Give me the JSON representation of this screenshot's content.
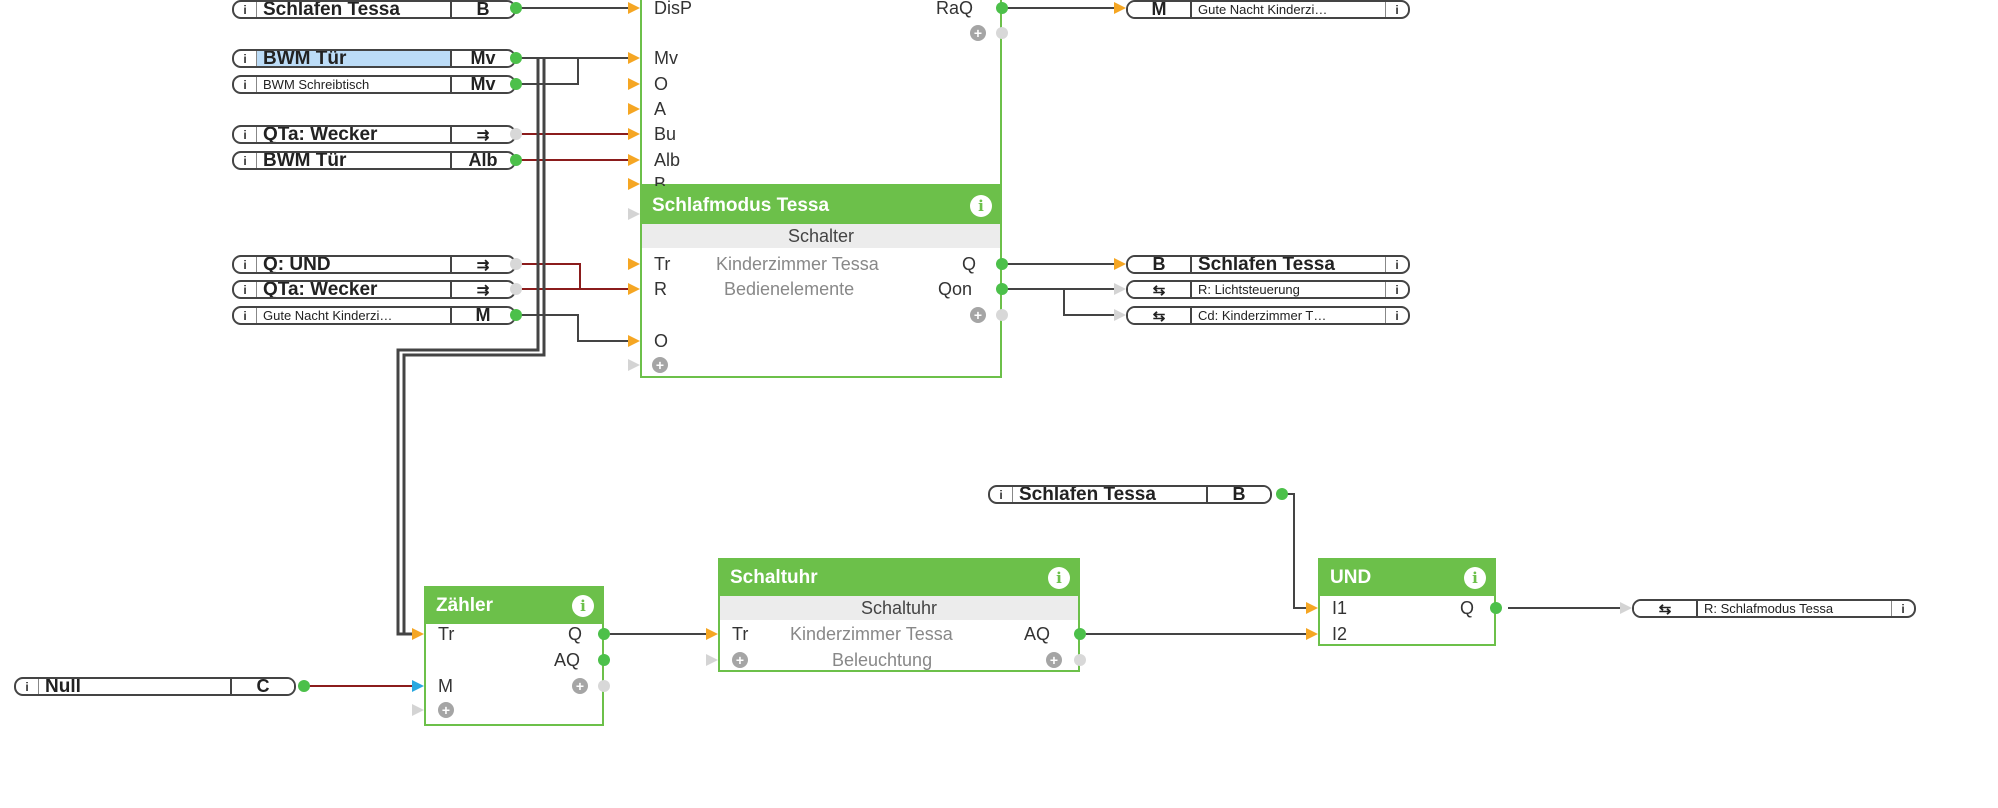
{
  "colors": {
    "block_green": "#6cc04a",
    "wire_dark": "#444444",
    "wire_red": "#8b1c1c",
    "pin_orange": "#f5a623",
    "pin_blue": "#29a8e0",
    "selection_blue": "#bcdcf7"
  },
  "inputs": [
    {
      "name": "Schlafen Tessa",
      "type": "B"
    },
    {
      "name": "BWM Tür",
      "type": "Mv"
    },
    {
      "name": "BWM Schreibtisch",
      "type": "Mv"
    },
    {
      "name": "QTa: Wecker",
      "type": "⇉"
    },
    {
      "name": "BWM Tür",
      "type": "Alb"
    },
    {
      "name": "Q: UND",
      "type": "⇉"
    },
    {
      "name": "QTa: Wecker",
      "type": "⇉"
    },
    {
      "name": "Gute Nacht Kinderzi…",
      "type": "M"
    },
    {
      "name": "Schlafen Tessa",
      "type": "B"
    },
    {
      "name": "Null",
      "type": "C"
    }
  ],
  "outputs": [
    {
      "name": "Gute Nacht Kinderzi…",
      "type": "M"
    },
    {
      "name": "Schlafen Tessa",
      "type": "B"
    },
    {
      "name": "R: Lichtsteuerung",
      "type": "⇆"
    },
    {
      "name": "Cd: Kinderzimmer T…",
      "type": "⇆"
    },
    {
      "name": "R: Schlafmodus Tessa",
      "type": "⇆"
    }
  ],
  "top_block": {
    "inputs": [
      "DisP",
      "Mv",
      "O",
      "A",
      "Bu",
      "Alb",
      "B"
    ],
    "outputs": [
      "RaQ"
    ]
  },
  "schlafmodus": {
    "title": "Schlafmodus Tessa",
    "type": "Schalter",
    "inputs": [
      "Tr",
      "R",
      "O"
    ],
    "outputs": [
      "Q",
      "Qon"
    ],
    "desc1": "Kinderzimmer Tessa",
    "desc2": "Bedienelemente"
  },
  "zaehler": {
    "title": "Zähler",
    "inputs": [
      "Tr",
      "M"
    ],
    "outputs": [
      "Q",
      "AQ"
    ]
  },
  "schaltuhr": {
    "title": "Schaltuhr",
    "type": "Schaltuhr",
    "inputs": [
      "Tr"
    ],
    "outputs": [
      "AQ"
    ],
    "desc1": "Kinderzimmer Tessa",
    "desc2": "Beleuchtung"
  },
  "und": {
    "title": "UND",
    "inputs": [
      "I1",
      "I2"
    ],
    "outputs": [
      "Q"
    ]
  },
  "icons": {
    "info": "i",
    "plus": "+"
  }
}
